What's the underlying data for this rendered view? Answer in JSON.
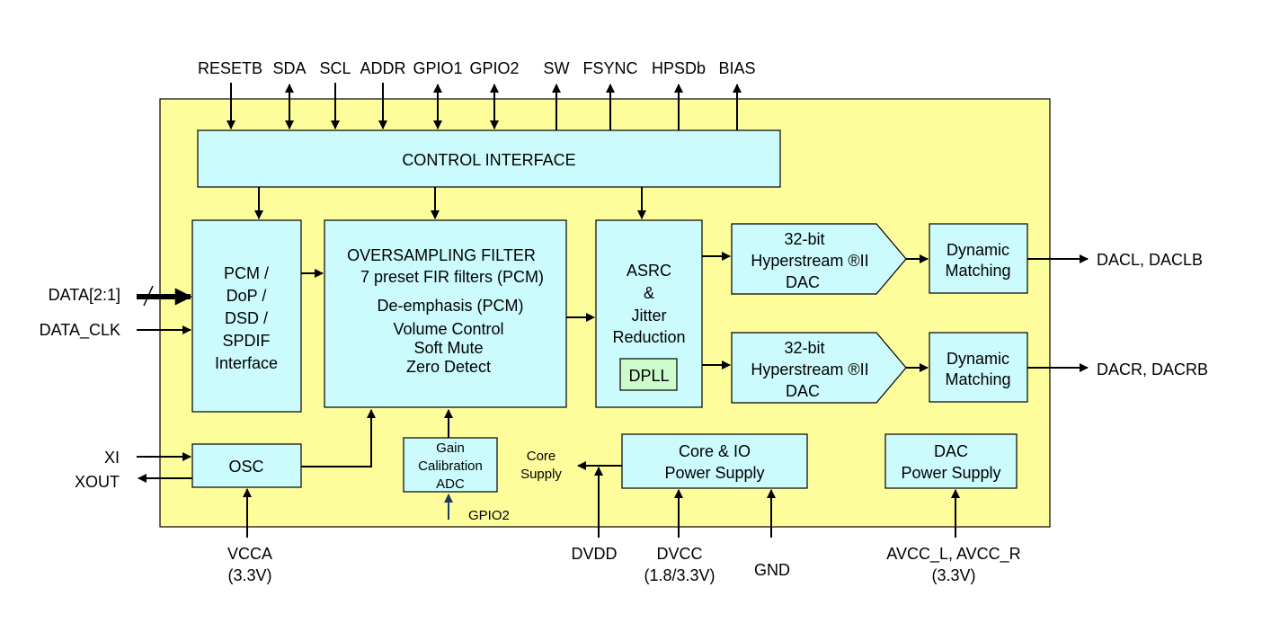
{
  "pins_top": [
    "RESETB",
    "SDA",
    "SCL",
    "ADDR",
    "GPIO1",
    "GPIO2",
    "SW",
    "FSYNC",
    "HPSDb",
    "BIAS"
  ],
  "pins_left": {
    "data": "DATA[2:1]",
    "data_clk": "DATA_CLK",
    "xi": "XI",
    "xout": "XOUT"
  },
  "pins_right": {
    "dacl": "DACL, DACLB",
    "dacr": "DACR, DACRB"
  },
  "pins_bottom": {
    "vcca": [
      "VCCA",
      "(3.3V)"
    ],
    "dvdd": "DVDD",
    "dvcc": [
      "DVCC",
      "(1.8/3.3V)"
    ],
    "gnd": "GND",
    "avcc": [
      "AVCC_L, AVCC_R",
      "(3.3V)"
    ],
    "gpio2": "GPIO2"
  },
  "blocks": {
    "control": "CONTROL INTERFACE",
    "pcm": [
      "PCM /",
      "DoP /",
      "DSD /",
      "SPDIF",
      "Interface"
    ],
    "oversampling": [
      "OVERSAMPLING FILTER",
      "7 preset FIR filters (PCM)",
      "De-emphasis (PCM)",
      "Volume Control",
      "Soft Mute",
      "Zero Detect"
    ],
    "asrc": [
      "ASRC",
      "&",
      "Jitter",
      "Reduction"
    ],
    "dpll": "DPLL",
    "dac_top": [
      "32-bit",
      "Hyperstream ®II",
      "DAC"
    ],
    "dac_bottom": [
      "32-bit",
      "Hyperstream ®II",
      "DAC"
    ],
    "dyn_top": [
      "Dynamic",
      "Matching"
    ],
    "dyn_bottom": [
      "Dynamic",
      "Matching"
    ],
    "osc": "OSC",
    "gain": [
      "Gain",
      "Calibration",
      "ADC"
    ],
    "core_supply_label": [
      "Core",
      "Supply"
    ],
    "core_io": [
      "Core & IO",
      "Power Supply"
    ],
    "dac_power": [
      "DAC",
      "Power Supply"
    ]
  },
  "colors": {
    "chip_fill": "#fdfd9c",
    "block_fill": "#ccfbfd",
    "dpll_fill": "#ccfccc",
    "gpio2_arrow": "#1f3a5f"
  }
}
